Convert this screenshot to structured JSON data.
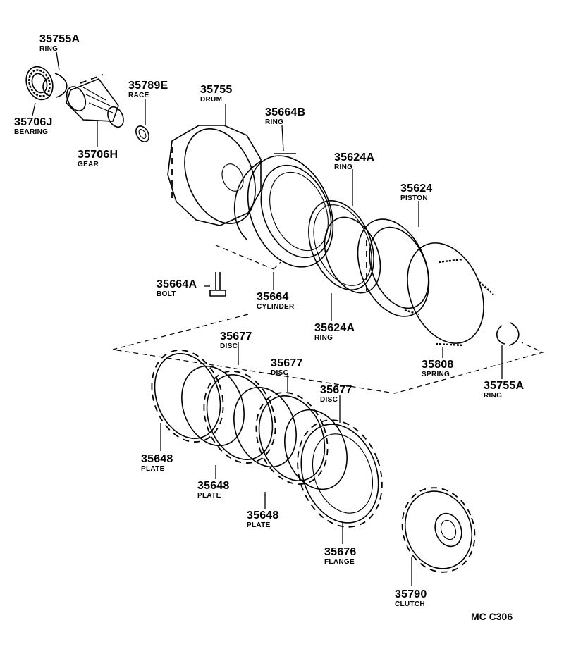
{
  "diagram_code": "MC  C306",
  "parts": [
    {
      "key": "ring_a_top",
      "number": "35755A",
      "name": "RING"
    },
    {
      "key": "bearing",
      "number": "35706J",
      "name": "BEARING"
    },
    {
      "key": "gear",
      "number": "35706H",
      "name": "GEAR"
    },
    {
      "key": "race",
      "number": "35789E",
      "name": "RACE"
    },
    {
      "key": "drum",
      "number": "35755",
      "name": "DRUM"
    },
    {
      "key": "ring_b",
      "number": "35664B",
      "name": "RING"
    },
    {
      "key": "ring_624a_top",
      "number": "35624A",
      "name": "RING"
    },
    {
      "key": "piston",
      "number": "35624",
      "name": "PISTON"
    },
    {
      "key": "bolt",
      "number": "35664A",
      "name": "BOLT"
    },
    {
      "key": "cylinder",
      "number": "35664",
      "name": "CYLINDER"
    },
    {
      "key": "ring_624a_bottom",
      "number": "35624A",
      "name": "RING"
    },
    {
      "key": "spring",
      "number": "35808",
      "name": "SPRING"
    },
    {
      "key": "ring_a_right",
      "number": "35755A",
      "name": "RING"
    },
    {
      "key": "disc_1",
      "number": "35677",
      "name": "DISC"
    },
    {
      "key": "disc_2",
      "number": "35677",
      "name": "DISC"
    },
    {
      "key": "disc_3",
      "number": "35677",
      "name": "DISC"
    },
    {
      "key": "plate_1",
      "number": "35648",
      "name": "PLATE"
    },
    {
      "key": "plate_2",
      "number": "35648",
      "name": "PLATE"
    },
    {
      "key": "plate_3",
      "number": "35648",
      "name": "PLATE"
    },
    {
      "key": "flange",
      "number": "35676",
      "name": "FLANGE"
    },
    {
      "key": "clutch",
      "number": "35790",
      "name": "CLUTCH"
    }
  ]
}
